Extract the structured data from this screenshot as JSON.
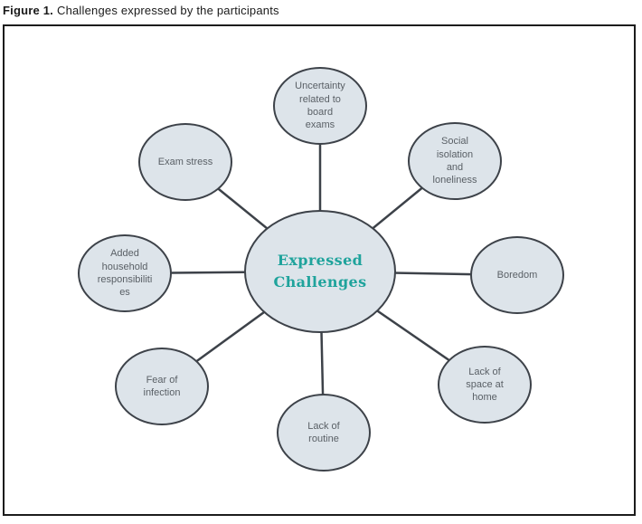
{
  "caption": {
    "number": "Figure 1.",
    "text": "Challenges expressed by the participants"
  },
  "diagram": {
    "center": {
      "label": "Expressed\nChallenges"
    },
    "nodes": [
      {
        "id": "uncertainty-board-exams",
        "label": "Uncertainty\nrelated to\nboard\nexams"
      },
      {
        "id": "social-isolation-loneliness",
        "label": "Social\nisolation\nand\nloneliness"
      },
      {
        "id": "boredom",
        "label": "Boredom"
      },
      {
        "id": "lack-of-space-at-home",
        "label": "Lack of\nspace at\nhome"
      },
      {
        "id": "lack-of-routine",
        "label": "Lack of\nroutine"
      },
      {
        "id": "fear-of-infection",
        "label": "Fear of\ninfection"
      },
      {
        "id": "added-household-responsibilities",
        "label": "Added\nhousehold\nresponsibiliti\nes"
      },
      {
        "id": "exam-stress",
        "label": "Exam stress"
      }
    ],
    "colors": {
      "node_fill": "#dde4ea",
      "node_border": "#3d4249",
      "connector_line": "#3d4249",
      "center_text": "#1fa39c",
      "node_text": "#5a6066",
      "box_border": "#1c1c1c"
    }
  }
}
